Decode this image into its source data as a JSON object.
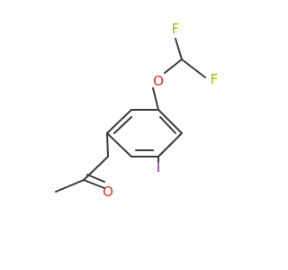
{
  "molecule": {
    "atoms": {
      "fluorine_1": {
        "symbol": "F",
        "color": "#b3b300"
      },
      "fluorine_2": {
        "symbol": "F",
        "color": "#b3b300"
      },
      "oxygen_ether": {
        "symbol": "O",
        "color": "#e03020"
      },
      "iodine": {
        "symbol": "I",
        "color": "#8a1f9e"
      },
      "oxygen_carbonyl": {
        "symbol": "O",
        "color": "#e03020"
      }
    },
    "bond_color": "#3a3a3a"
  }
}
